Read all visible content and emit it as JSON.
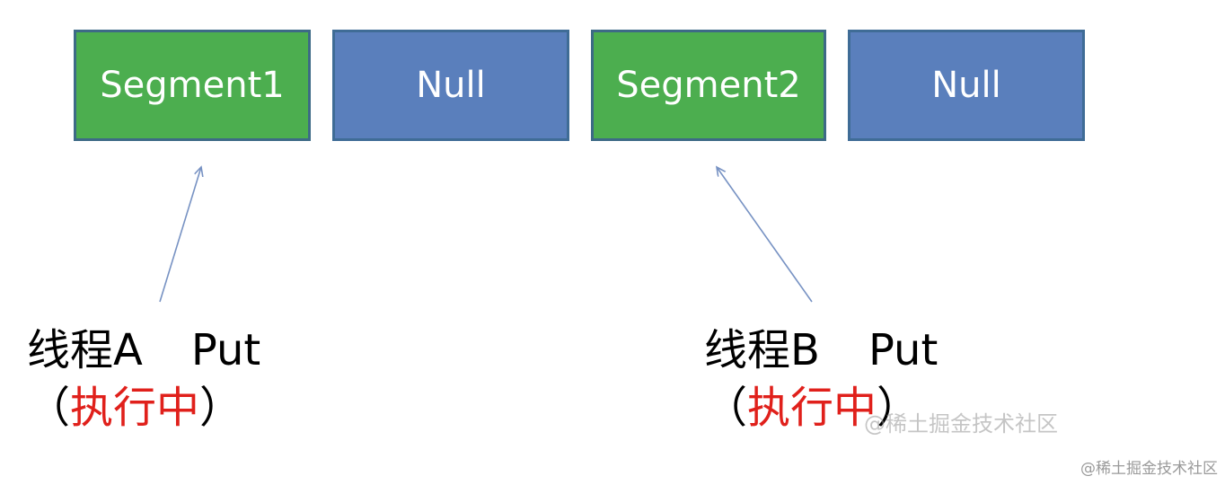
{
  "colors": {
    "segment_fill": "#4cae4f",
    "null_fill": "#5a7fbc",
    "arrow": "#7792c3",
    "status_red": "#e0201b"
  },
  "cells": [
    {
      "label": "Segment1",
      "kind": "segment"
    },
    {
      "label": "Null",
      "kind": "null"
    },
    {
      "label": "Segment2",
      "kind": "segment"
    },
    {
      "label": "Null",
      "kind": "null"
    }
  ],
  "threads": [
    {
      "name": "线程A",
      "action": "Put",
      "paren_open": "（",
      "status": "执行中",
      "paren_close": "）",
      "target_cell": 0
    },
    {
      "name": "线程B",
      "action": "Put",
      "paren_open": "（",
      "status": "执行中",
      "paren_close": "）",
      "target_cell": 2
    }
  ],
  "watermark_inline": "@稀土掘金技术社区",
  "watermark_corner": "@稀土掘金技术社区"
}
